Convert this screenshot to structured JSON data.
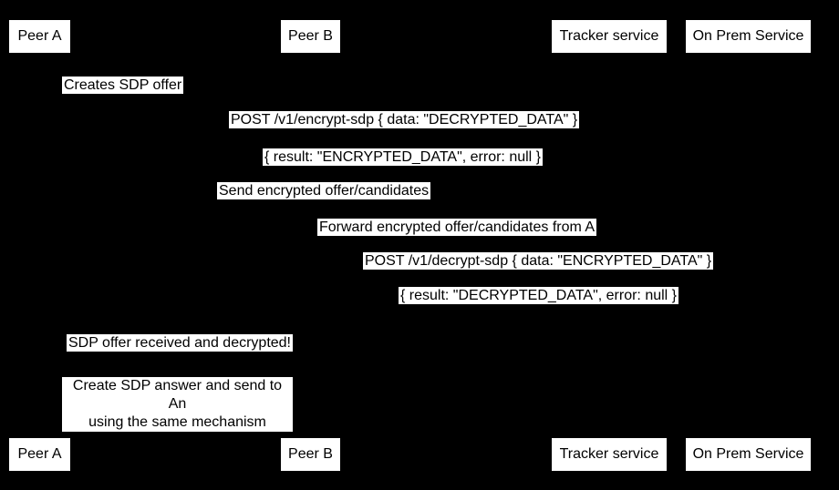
{
  "diagram": {
    "type": "sequence",
    "background_color": "#000000",
    "box_fill": "#ffffff",
    "box_text_color": "#000000",
    "participants": [
      "Peer A",
      "Peer B",
      "Tracker service",
      "On Prem Service"
    ],
    "messages": [
      {
        "text": "Creates SDP offer"
      },
      {
        "text": "POST /v1/encrypt-sdp { data: \"DECRYPTED_DATA\" }"
      },
      {
        "text": "{ result: \"ENCRYPTED_DATA\", error: null }"
      },
      {
        "text": "Send encrypted offer/candidates"
      },
      {
        "text": "Forward encrypted offer/candidates from A"
      },
      {
        "text": "POST /v1/decrypt-sdp { data: \"ENCRYPTED_DATA\" }"
      },
      {
        "text": "{ result: \"DECRYPTED_DATA\", error: null }"
      },
      {
        "text": "SDP offer received and decrypted!"
      },
      {
        "lines": [
          "Create SDP answer and send to An",
          "using the same mechanism"
        ]
      }
    ]
  }
}
